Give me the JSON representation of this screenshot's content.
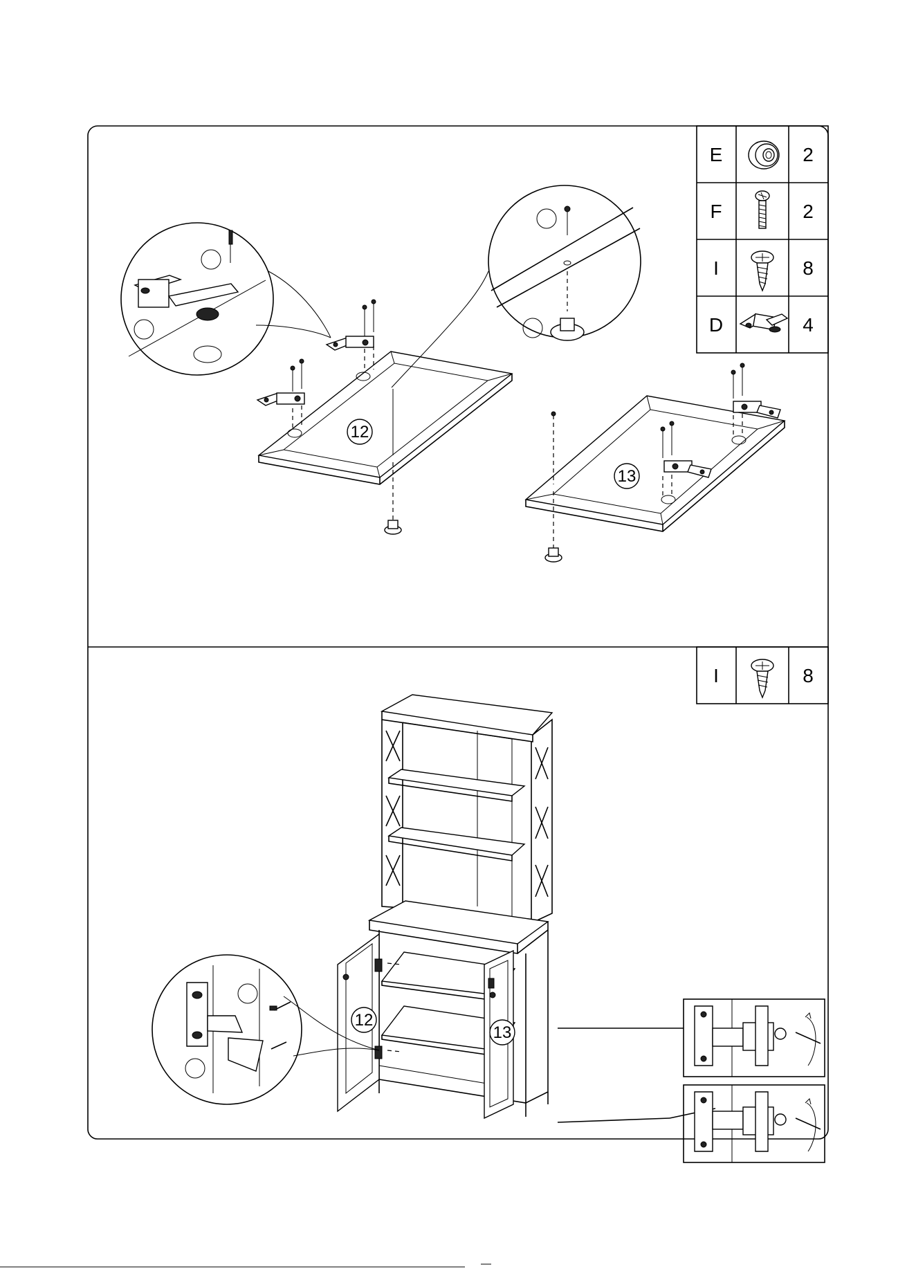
{
  "parts_table_top": [
    {
      "code": "E",
      "icon": "knob-icon",
      "qty": "2"
    },
    {
      "code": "F",
      "icon": "bolt-screw-icon",
      "qty": "2"
    },
    {
      "code": "I",
      "icon": "wood-screw-icon",
      "qty": "8"
    },
    {
      "code": "D",
      "icon": "hinge-icon",
      "qty": "4"
    }
  ],
  "parts_table_bottom": [
    {
      "code": "I",
      "icon": "wood-screw-icon",
      "qty": "8"
    }
  ],
  "step1": {
    "door_left_label": "12",
    "door_right_label": "13"
  },
  "step2": {
    "door_left_label": "12",
    "door_right_label": "13"
  }
}
